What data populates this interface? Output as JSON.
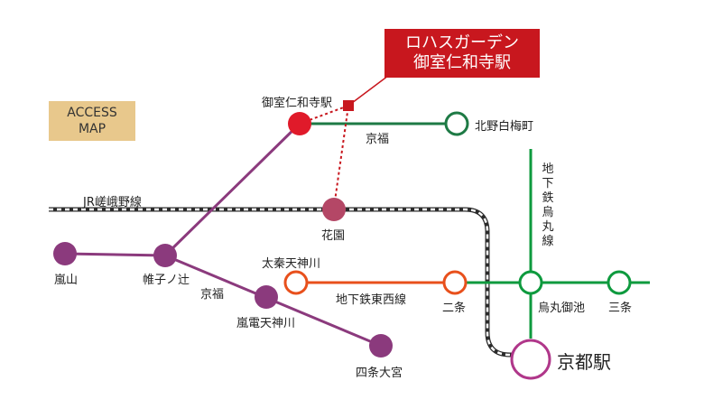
{
  "badge": {
    "line1": "ACCESS",
    "line2": "MAP"
  },
  "destination": {
    "line1": "ロハスガーデン",
    "line2": "御室仁和寺駅"
  },
  "lines": {
    "jr": "JR嵯峨野線",
    "keifuku_north": "京福",
    "keifuku_south": "京福",
    "tozai": "地下鉄東西線",
    "karasuma": "地下鉄烏丸線"
  },
  "stations": {
    "omuro": "御室仁和寺駅",
    "kitano": "北野白梅町",
    "hanazono": "花園",
    "arashiyama": "嵐山",
    "katabiranotsuji": "帷子ノ辻",
    "randen_tenjingawa": "嵐電天神川",
    "shijo_omiya": "四条大宮",
    "uzumasa_tenjingawa": "太秦天神川",
    "nijo": "二条",
    "karasuma_oike": "烏丸御池",
    "sanjo": "三条",
    "kyoto": "京都駅"
  },
  "colors": {
    "keifuku": "#8b3a7d",
    "jr_track": "#2b2b2b",
    "tozai": "#e8501c",
    "karasuma": "#0e9a3e",
    "kitano_line": "#1e7a45",
    "destination": "#c8171e",
    "hanazono": "#b44766",
    "badge": "#e8c88c"
  }
}
